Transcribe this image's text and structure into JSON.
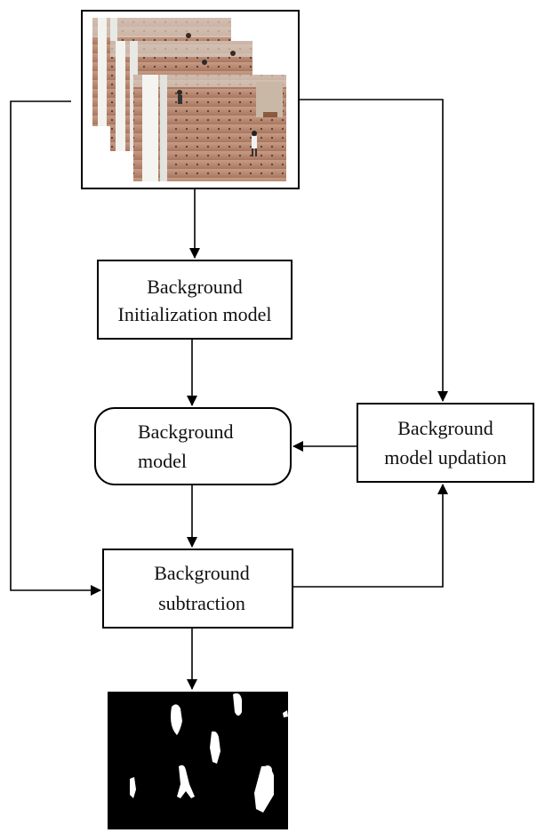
{
  "diagram": {
    "nodes": {
      "input_frames": {
        "label": "",
        "kind": "image-stack"
      },
      "init_model": {
        "line1": "Background",
        "line2": "Initialization model"
      },
      "bg_model": {
        "line1": "Background",
        "line2": "model"
      },
      "updation": {
        "line1": "Background",
        "line2": "model updation"
      },
      "subtraction": {
        "line1": "Background",
        "line2": "subtraction"
      },
      "foreground_mask": {
        "label": "",
        "kind": "binary-mask"
      }
    },
    "edges": [
      {
        "from": "input_frames",
        "to": "init_model"
      },
      {
        "from": "init_model",
        "to": "bg_model"
      },
      {
        "from": "input_frames",
        "to": "updation"
      },
      {
        "from": "updation",
        "to": "bg_model"
      },
      {
        "from": "bg_model",
        "to": "subtraction"
      },
      {
        "from": "input_frames",
        "to": "subtraction"
      },
      {
        "from": "subtraction",
        "to": "updation"
      },
      {
        "from": "subtraction",
        "to": "foreground_mask"
      }
    ],
    "colors": {
      "line": "#000000",
      "floor": "#b0826a",
      "mask_bg": "#000000",
      "mask_fg": "#ffffff"
    }
  }
}
